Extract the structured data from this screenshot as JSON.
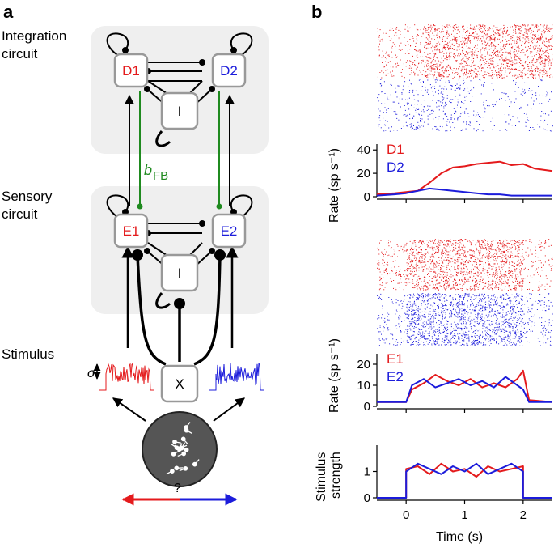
{
  "colors": {
    "red": "#e41a1c",
    "blue": "#1c1cdb",
    "green": "#1f8a1f",
    "box": "#efefef",
    "node_border": "#999999"
  },
  "panel_a": {
    "label": "a",
    "integration_circuit": "Integration\ncircuit",
    "sensory_circuit": "Sensory\ncircuit",
    "stimulus": "Stimulus",
    "nodes": {
      "D1": "D1",
      "D2": "D2",
      "I_top": "I",
      "E1": "E1",
      "E2": "E2",
      "I_bottom": "I",
      "X": "X"
    },
    "feedback_label": "b",
    "feedback_sub": "FB",
    "sigma": "σ",
    "question": "?"
  },
  "panel_b": {
    "label": "b",
    "rate_label": "Rate (sp s⁻¹)",
    "stimulus_label_1": "Stimulus",
    "stimulus_label_2": "strength",
    "time_label": "Time (s)",
    "x_ticks": [
      "0",
      "1",
      "2"
    ]
  },
  "chart_data": [
    {
      "type": "line",
      "title": "",
      "ylabel": "Rate (sp s⁻¹)",
      "ylim": [
        0,
        45
      ],
      "yticks": [
        "0",
        "20",
        "40"
      ],
      "xlim": [
        -0.5,
        2.5
      ],
      "series": [
        {
          "name": "D1",
          "color": "#e41a1c",
          "x": [
            -0.5,
            -0.2,
            0,
            0.2,
            0.4,
            0.6,
            0.8,
            1.0,
            1.2,
            1.4,
            1.6,
            1.8,
            2.0,
            2.2,
            2.5
          ],
          "values": [
            2,
            3,
            4,
            5,
            12,
            20,
            25,
            26,
            28,
            29,
            30,
            27,
            28,
            24,
            22
          ]
        },
        {
          "name": "D2",
          "color": "#1c1cdb",
          "x": [
            -0.5,
            -0.2,
            0,
            0.2,
            0.4,
            0.6,
            0.8,
            1.0,
            1.2,
            1.4,
            1.6,
            1.8,
            2.0,
            2.2,
            2.5
          ],
          "values": [
            1,
            2,
            3,
            5,
            7,
            6,
            5,
            4,
            3,
            2,
            2,
            1,
            1,
            1,
            1
          ]
        }
      ]
    },
    {
      "type": "line",
      "title": "",
      "ylabel": "Rate (sp s⁻¹)",
      "ylim": [
        0,
        25
      ],
      "yticks": [
        "0",
        "10",
        "20"
      ],
      "xlim": [
        -0.5,
        2.5
      ],
      "series": [
        {
          "name": "E1",
          "color": "#e41a1c",
          "x": [
            -0.5,
            -0.2,
            0,
            0.1,
            0.3,
            0.5,
            0.7,
            0.9,
            1.1,
            1.3,
            1.5,
            1.7,
            1.9,
            2.0,
            2.1,
            2.5
          ],
          "values": [
            2,
            2,
            2,
            8,
            11,
            15,
            12,
            10,
            13,
            9,
            11,
            9,
            13,
            17,
            3,
            2
          ]
        },
        {
          "name": "E2",
          "color": "#1c1cdb",
          "x": [
            -0.5,
            -0.2,
            0,
            0.1,
            0.3,
            0.5,
            0.7,
            0.9,
            1.1,
            1.3,
            1.5,
            1.7,
            1.9,
            2.0,
            2.1,
            2.5
          ],
          "values": [
            2,
            2,
            2,
            10,
            13,
            9,
            11,
            13,
            10,
            12,
            9,
            14,
            10,
            8,
            2,
            2
          ]
        }
      ]
    },
    {
      "type": "line",
      "title": "",
      "ylabel": "Stimulus strength",
      "ylim": [
        0,
        2
      ],
      "yticks": [
        "0",
        "1"
      ],
      "xlim": [
        -0.5,
        2.5
      ],
      "series": [
        {
          "color": "#e41a1c",
          "x": [
            -0.5,
            0,
            0,
            0.2,
            0.4,
            0.6,
            0.8,
            1.0,
            1.2,
            1.4,
            1.6,
            1.8,
            2.0,
            2.0,
            2.5
          ],
          "values": [
            0,
            0,
            1.1,
            1.2,
            0.9,
            1.3,
            1.0,
            1.1,
            0.8,
            1.2,
            1.0,
            1.1,
            1.2,
            0,
            0
          ]
        },
        {
          "color": "#1c1cdb",
          "x": [
            -0.5,
            0,
            0,
            0.2,
            0.4,
            0.6,
            0.8,
            1.0,
            1.2,
            1.4,
            1.6,
            1.8,
            2.0,
            2.0,
            2.5
          ],
          "values": [
            0,
            0,
            1.0,
            1.3,
            1.1,
            0.9,
            1.2,
            1.0,
            1.3,
            0.9,
            1.1,
            1.3,
            1.0,
            0,
            0
          ]
        }
      ]
    }
  ]
}
